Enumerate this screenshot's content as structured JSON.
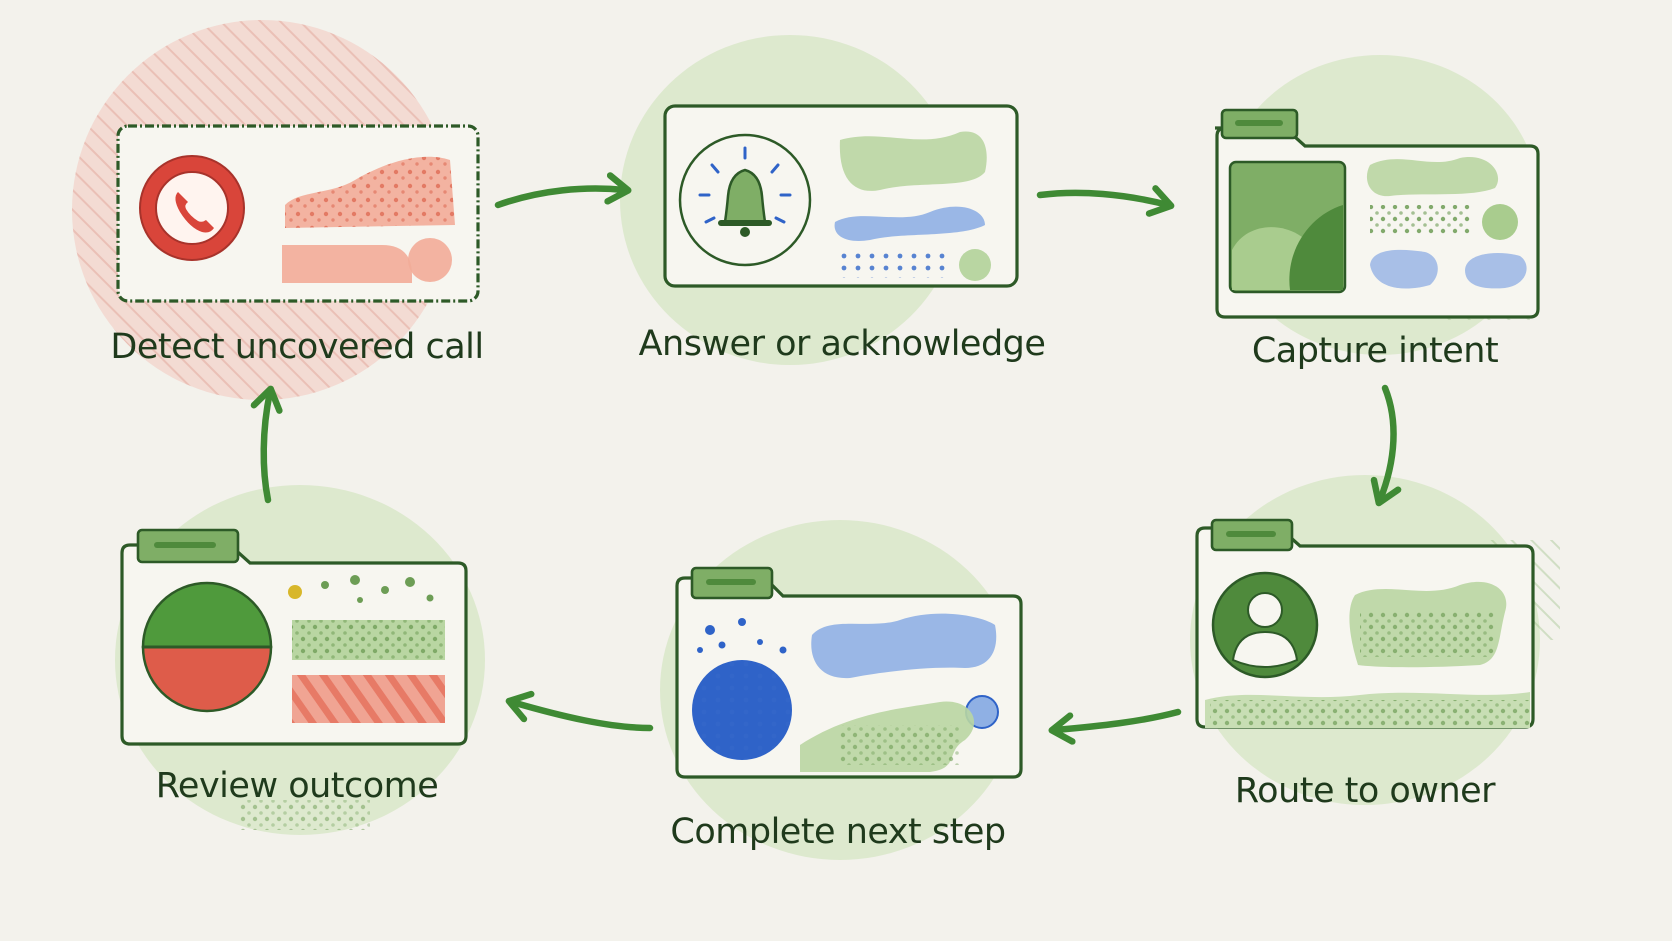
{
  "steps": [
    {
      "id": "detect",
      "label": "Detect uncovered call",
      "icon": "phone-icon",
      "accent": "#d9453a"
    },
    {
      "id": "answer",
      "label": "Answer or acknowledge",
      "icon": "bell-icon",
      "accent": "#4f9a3c"
    },
    {
      "id": "capture",
      "label": "Capture intent",
      "icon": "folder-icon",
      "accent": "#4f9a3c"
    },
    {
      "id": "route",
      "label": "Route to owner",
      "icon": "user-icon",
      "accent": "#4f9a3c"
    },
    {
      "id": "complete",
      "label": "Complete next step",
      "icon": "globe-icon",
      "accent": "#2f63c8"
    },
    {
      "id": "review",
      "label": "Review outcome",
      "icon": "pie-chart-icon",
      "accent": "#d9453a"
    }
  ],
  "flow": [
    "detect",
    "answer",
    "capture",
    "route",
    "complete",
    "review",
    "detect"
  ],
  "colors": {
    "background": "#f3f2ec",
    "ink": "#1f3a1c",
    "outline": "#2d5a27",
    "green": "#7fae66",
    "green_light": "#c8deb4",
    "red": "#d9453a",
    "red_light": "#f2b1a0",
    "blue": "#2f63c8",
    "blue_light": "#9fb9e6"
  }
}
